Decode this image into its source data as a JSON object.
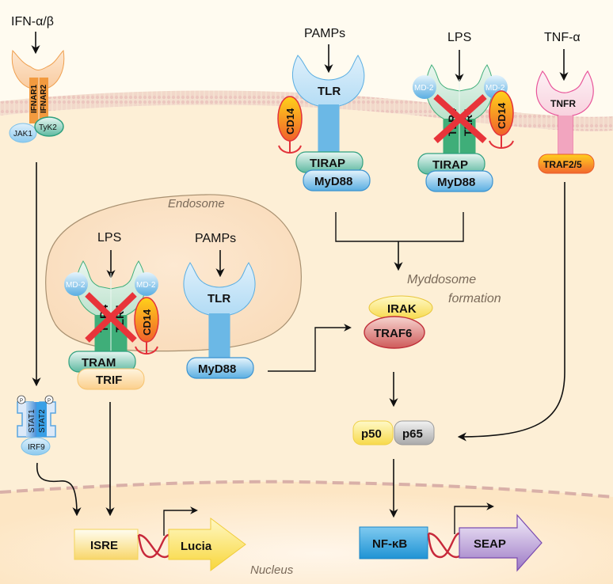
{
  "title": "TLR / IFN / TNF signaling reporter pathways",
  "ligands": {
    "ifn": "IFN-α/β",
    "pamps_surface": "PAMPs",
    "lps_surface": "LPS",
    "tnf": "TNF-α",
    "lps_endo": "LPS",
    "pamps_endo": "PAMPs"
  },
  "receptors": {
    "ifnar1": "IFNAR1",
    "ifnar2": "IFNAR2",
    "jak1": "JAK1",
    "tyk2": "TyK2",
    "tlr_surface": "TLR",
    "cd14_a": "CD14",
    "tirap_a": "TIRAP",
    "myd88_a": "MyD88",
    "md2_left": "MD-2",
    "md2_right": "MD-2",
    "tlr4_left": "TLR4",
    "tlr4_right": "TLR4",
    "cd14_b": "CD14",
    "tirap_b": "TIRAP",
    "myd88_b": "MyD88",
    "tnfr": "TNFR",
    "traf25": "TRAF2/5"
  },
  "endosome": {
    "label": "Endosome",
    "md2_left": "MD-2",
    "md2_right": "MD-2",
    "tlr4_left": "TLR4",
    "tlr4_right": "TLR4",
    "cd14": "CD14",
    "tram": "TRAM",
    "trif": "TRIF",
    "tlr": "TLR",
    "myd88": "MyD88"
  },
  "cytoplasm": {
    "myddosome_line1": "Myddosome",
    "myddosome_line2": "formation",
    "irak": "IRAK",
    "traf6": "TRAF6",
    "p50": "p50",
    "p65": "p65",
    "stat1": "STAT1",
    "stat2": "STAT2",
    "irf9": "IRF9",
    "phospho": "P"
  },
  "nucleus": {
    "label": "Nucleus",
    "isre": "ISRE",
    "lucia": "Lucia",
    "nfkb": "NF-κB",
    "seap": "SEAP"
  },
  "colors": {
    "background_outside": "#fffbf0",
    "cytoplasm": "#fdefd6",
    "nucleus": "#fde8c8",
    "tlr_blue": "#6bb8e6",
    "tlr4_green": "#3fae79",
    "cross_red": "#e8343a",
    "tnfr_pink": "#f2a5bf",
    "ifnar_orange": "#f2a04a"
  }
}
